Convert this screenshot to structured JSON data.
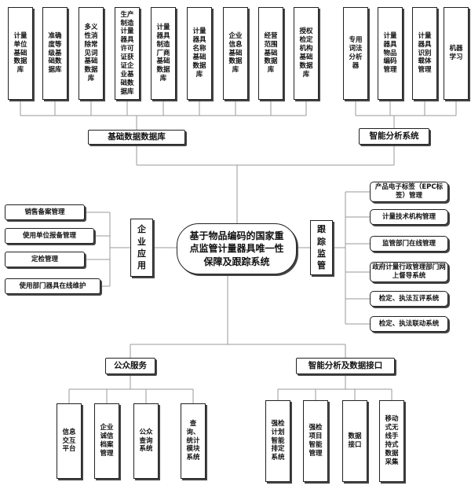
{
  "center_title": "基于物品编码的国家重点监管计量器具唯一性保障及跟踪系统",
  "basic_db": {
    "label": "基础数据数据库",
    "items": [
      "计量单位基础数据库",
      "准确度等级基础数据库",
      "多义性消除常见词基础数据库",
      "生产制造计量器具许可证获证企业基础数据库",
      "计量器具制造厂商基础数据库",
      "计量器具名称基础数据库",
      "企业信息基础数据库",
      "经营范围基础数据库",
      "授权检定机构基础数据库"
    ]
  },
  "analysis": {
    "label": "智能分析系统",
    "items": [
      "专用词法分析器",
      "计量器具物品编码管理",
      "计量器具识别载体管理",
      "机器学习"
    ]
  },
  "enterprise": {
    "label": "企业应用",
    "items": [
      "销售备案管理",
      "使用单位报备管理",
      "定检管理",
      "使用部门器具在线维护"
    ]
  },
  "tracking": {
    "label": "跟踪监管",
    "items": [
      "产品电子标签（EPC标签）管理",
      "计量技术机构管理",
      "监管部门在线管理",
      "政府计量行政管理部门网上督导系统",
      "检定、执法互评系统",
      "检定、执法联动系统"
    ]
  },
  "public": {
    "label": "公众服务",
    "items": [
      "信息交互平台",
      "企业诚信档案管理",
      "公众查询系统",
      "查询、统计模块系统"
    ]
  },
  "smart_interface": {
    "label": "智能分析及数据接口",
    "items": [
      "强检计划智能排定系统",
      "强检项目智能管理",
      "数据接口",
      "移动式无线手持式数据采集"
    ]
  }
}
